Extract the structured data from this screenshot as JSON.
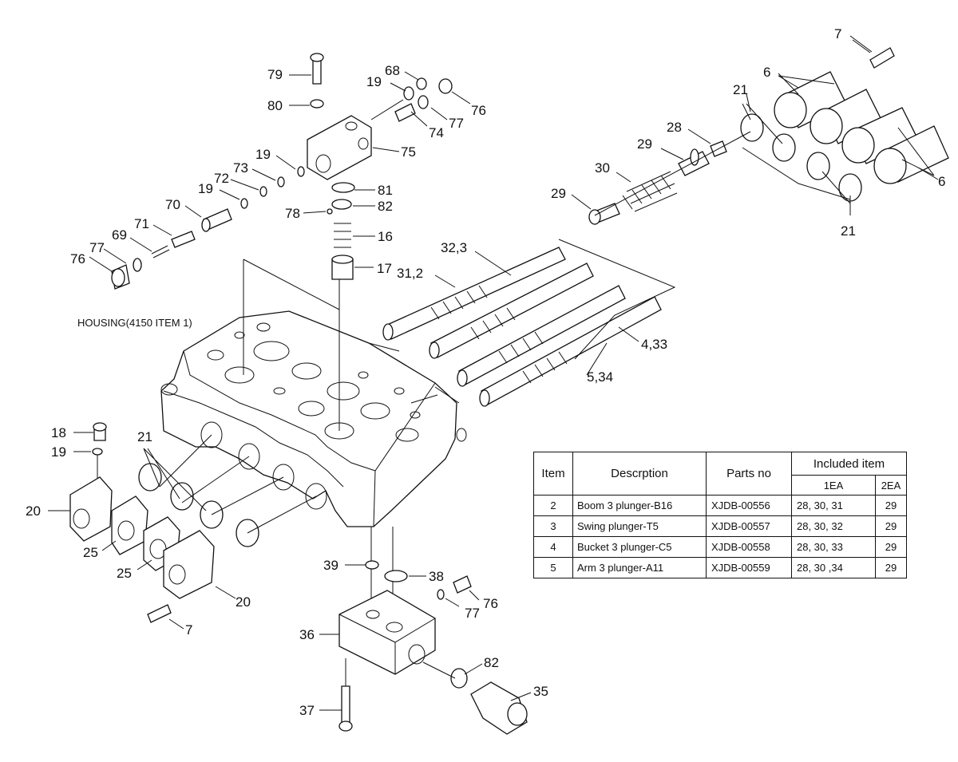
{
  "housing_label": "HOUSING(4150 ITEM 1)",
  "callouts": [
    "7",
    "6",
    "21",
    "6",
    "21",
    "28",
    "29",
    "30",
    "29",
    "79",
    "68",
    "19",
    "76",
    "77",
    "74",
    "80",
    "75",
    "19",
    "73",
    "72",
    "19",
    "70",
    "81",
    "78",
    "82",
    "16",
    "71",
    "69",
    "77",
    "76",
    "17",
    "32,3",
    "31,2",
    "4,33",
    "5,34",
    "18",
    "19",
    "21",
    "20",
    "25",
    "25",
    "20",
    "7",
    "39",
    "38",
    "76",
    "77",
    "36",
    "82",
    "35",
    "37"
  ],
  "table": {
    "headers": {
      "item": "Item",
      "description": "Descrption",
      "parts_no": "Parts no",
      "included": "Included item",
      "ea1": "1EA",
      "ea2": "2EA"
    },
    "rows": [
      {
        "item": "2",
        "description": "Boom 3 plunger-B16",
        "parts_no": "XJDB-00556",
        "ea1": "28, 30, 31",
        "ea2": "29"
      },
      {
        "item": "3",
        "description": "Swing plunger-T5",
        "parts_no": "XJDB-00557",
        "ea1": "28, 30, 32",
        "ea2": "29"
      },
      {
        "item": "4",
        "description": "Bucket 3 plunger-C5",
        "parts_no": "XJDB-00558",
        "ea1": "28, 30, 33",
        "ea2": "29"
      },
      {
        "item": "5",
        "description": "Arm 3 plunger-A11",
        "parts_no": "XJDB-00559",
        "ea1": "28, 30 ,34",
        "ea2": "29"
      }
    ]
  }
}
